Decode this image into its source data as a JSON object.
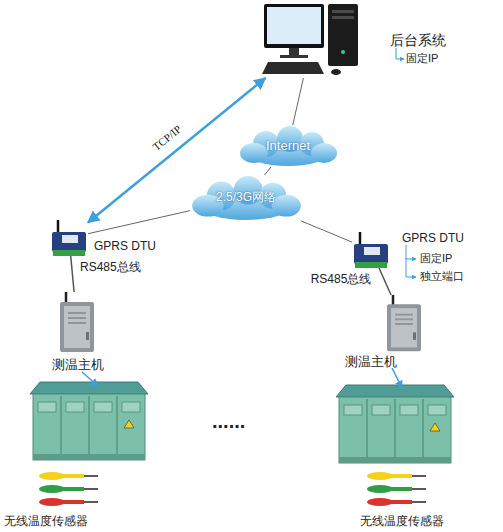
{
  "diagram": {
    "nodes": [
      {
        "text": [
          "后台系统"
        ]
      },
      {
        "text": [
          "Internet"
        ]
      },
      {
        "text": [
          "2.5/3G网络"
        ]
      },
      {
        "text": [
          "GPRS DTU"
        ]
      },
      {
        "text": [
          "GPRS DTU"
        ]
      },
      {
        "text": [
          "测温主机"
        ]
      },
      {
        "text": [
          "测温主机"
        ]
      },
      {
        "text": [
          "无线温度传感器"
        ]
      },
      {
        "text": [
          "无线温度传感器"
        ]
      }
    ],
    "edges": [
      {
        "from": 0,
        "to": 3,
        "label": "TCP/IP",
        "arrow": "both"
      },
      {
        "from": 0,
        "to": 1,
        "arrow": "none"
      },
      {
        "from": 1,
        "to": 2,
        "arrow": "none"
      },
      {
        "from": 2,
        "to": 3,
        "arrow": "none"
      },
      {
        "from": 2,
        "to": 4,
        "arrow": "none"
      },
      {
        "from": 3,
        "to": 5,
        "label": "RS485总线",
        "arrow": "none"
      },
      {
        "from": 4,
        "to": 6,
        "label": "RS485总线",
        "arrow": "none"
      }
    ],
    "labels": [
      "固定IP",
      "固定IP",
      "独立端口",
      "......"
    ]
  }
}
